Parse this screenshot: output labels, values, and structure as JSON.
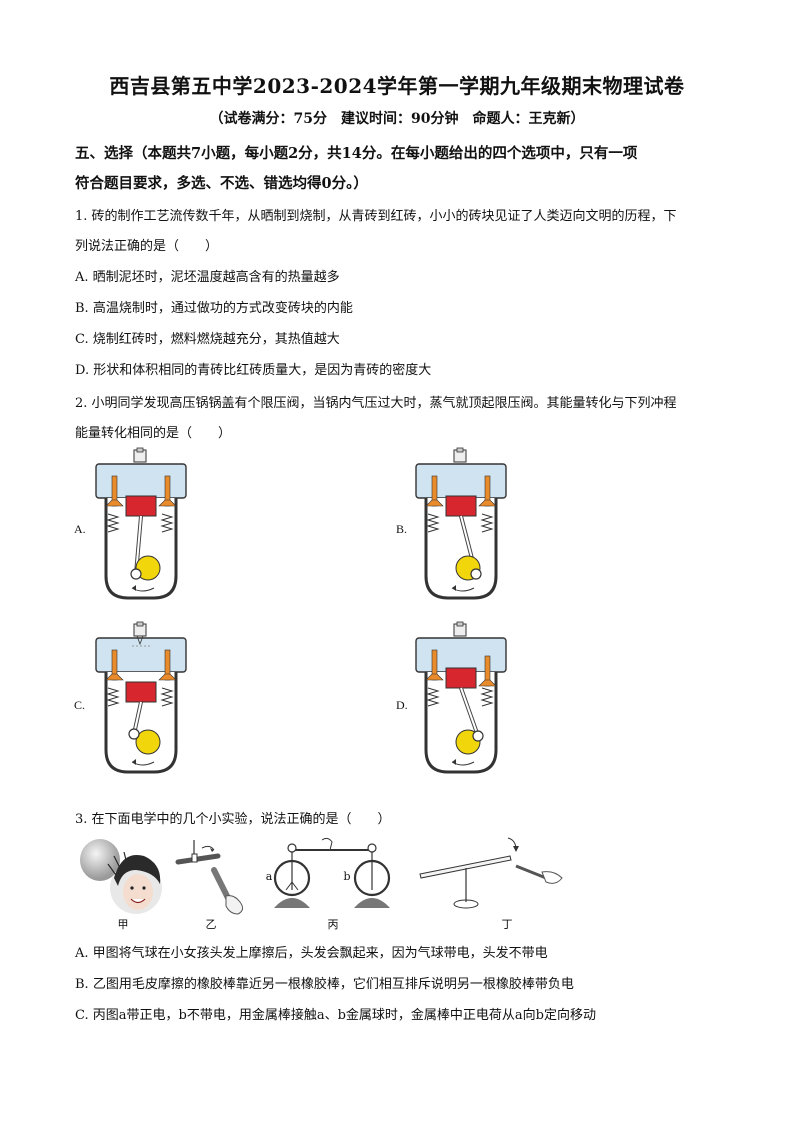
{
  "title": "西吉县第五中学2023-2024学年第一学期九年级期末物理试卷",
  "subtitle": "（试卷满分：75分　建议时间：90分钟　命题人：王克新）",
  "section": {
    "line1": "五、选择（本题共7小题，每小题2分，共14分。在每小题给出的四个选项中，只有一项",
    "line2": "符合题目要求，多选、不选、错选均得0分。）"
  },
  "q1": {
    "stem_line1": "1. 砖的制作工艺流传数千年，从晒制到烧制，从青砖到红砖，小小的砖块见证了人类迈向文明的历程，下",
    "stem_line2": "列说法正确的是（　　）",
    "options": [
      "A. 晒制泥坯时，泥坯温度越高含有的热量越多",
      "B. 高温烧制时，通过做功的方式改变砖块的内能",
      "C. 烧制红砖时，燃料燃烧越充分，其热值越大",
      "D. 形状和体积相同的青砖比红砖质量大，是因为青砖的密度大"
    ]
  },
  "q2": {
    "stem_line1": "2. 小明同学发现高压锅锅盖有个限压阀，当锅内气压过大时，蒸气就顶起限压阀。其能量转化与下列冲程",
    "stem_line2": "能量转化相同的是（　　）",
    "labels": [
      "A.",
      "B.",
      "C.",
      "D."
    ]
  },
  "q3": {
    "stem": "3. 在下面电学中的几个小实验，说法正确的是（　　）",
    "captions": [
      "甲",
      "乙",
      "丙",
      "丁"
    ],
    "point_labels": [
      "a",
      "b"
    ],
    "options": [
      "A. 甲图将气球在小女孩头发上摩擦后，头发会飘起来，因为气球带电，头发不带电",
      "B. 乙图用毛皮摩擦的橡胶棒靠近另一根橡胶棒，它们相互排斥说明另一根橡胶棒带负电",
      "C. 丙图a带正电，b不带电，用金属棒接触a、b金属球时，金属棒中正电荷从a向b定向移动"
    ]
  },
  "colors": {
    "piston": "#d7262e",
    "valve": "#e98a2b",
    "crank": "#f2d60c",
    "engine_fill": "#cfe3f0"
  }
}
